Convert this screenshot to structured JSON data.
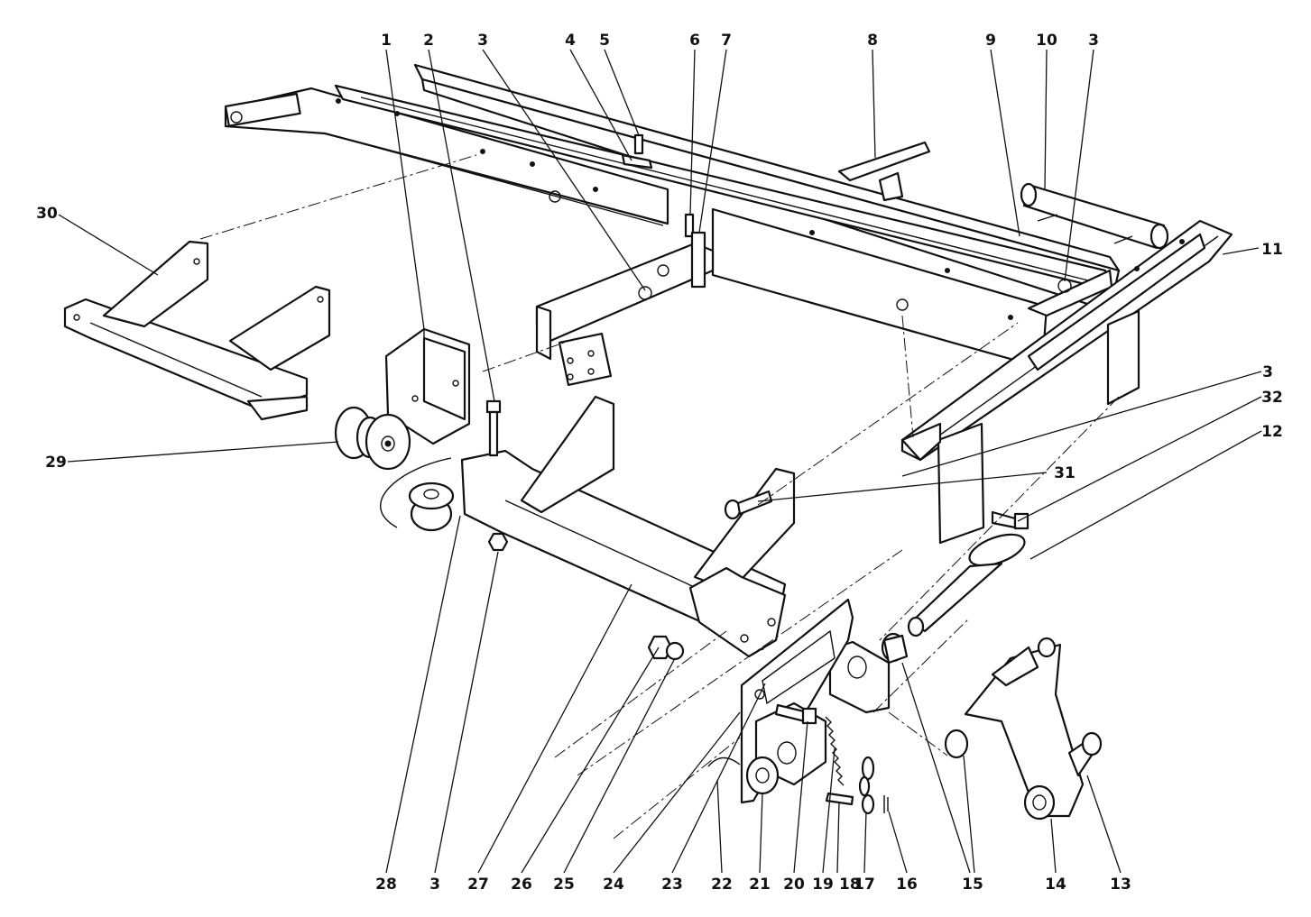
{
  "callouts": {
    "c1": "1",
    "c2": "2",
    "c3a": "3",
    "c4": "4",
    "c5": "5",
    "c6": "6",
    "c7": "7",
    "c8": "8",
    "c9": "9",
    "c10": "10",
    "c3b": "3",
    "c11": "11",
    "c3c": "3",
    "c32": "32",
    "c12": "12",
    "c31": "31",
    "c30": "30",
    "c29": "29",
    "c28": "28",
    "c3d": "3",
    "c27": "27",
    "c26": "26",
    "c25": "25",
    "c24": "24",
    "c23": "23",
    "c22": "22",
    "c21": "21",
    "c20": "20",
    "c19": "19",
    "c18": "18",
    "c17": "17",
    "c16": "16",
    "c15": "15",
    "c14": "14",
    "c13": "13"
  },
  "placard_text": "",
  "line_color": "#111111",
  "background": "#ffffff"
}
